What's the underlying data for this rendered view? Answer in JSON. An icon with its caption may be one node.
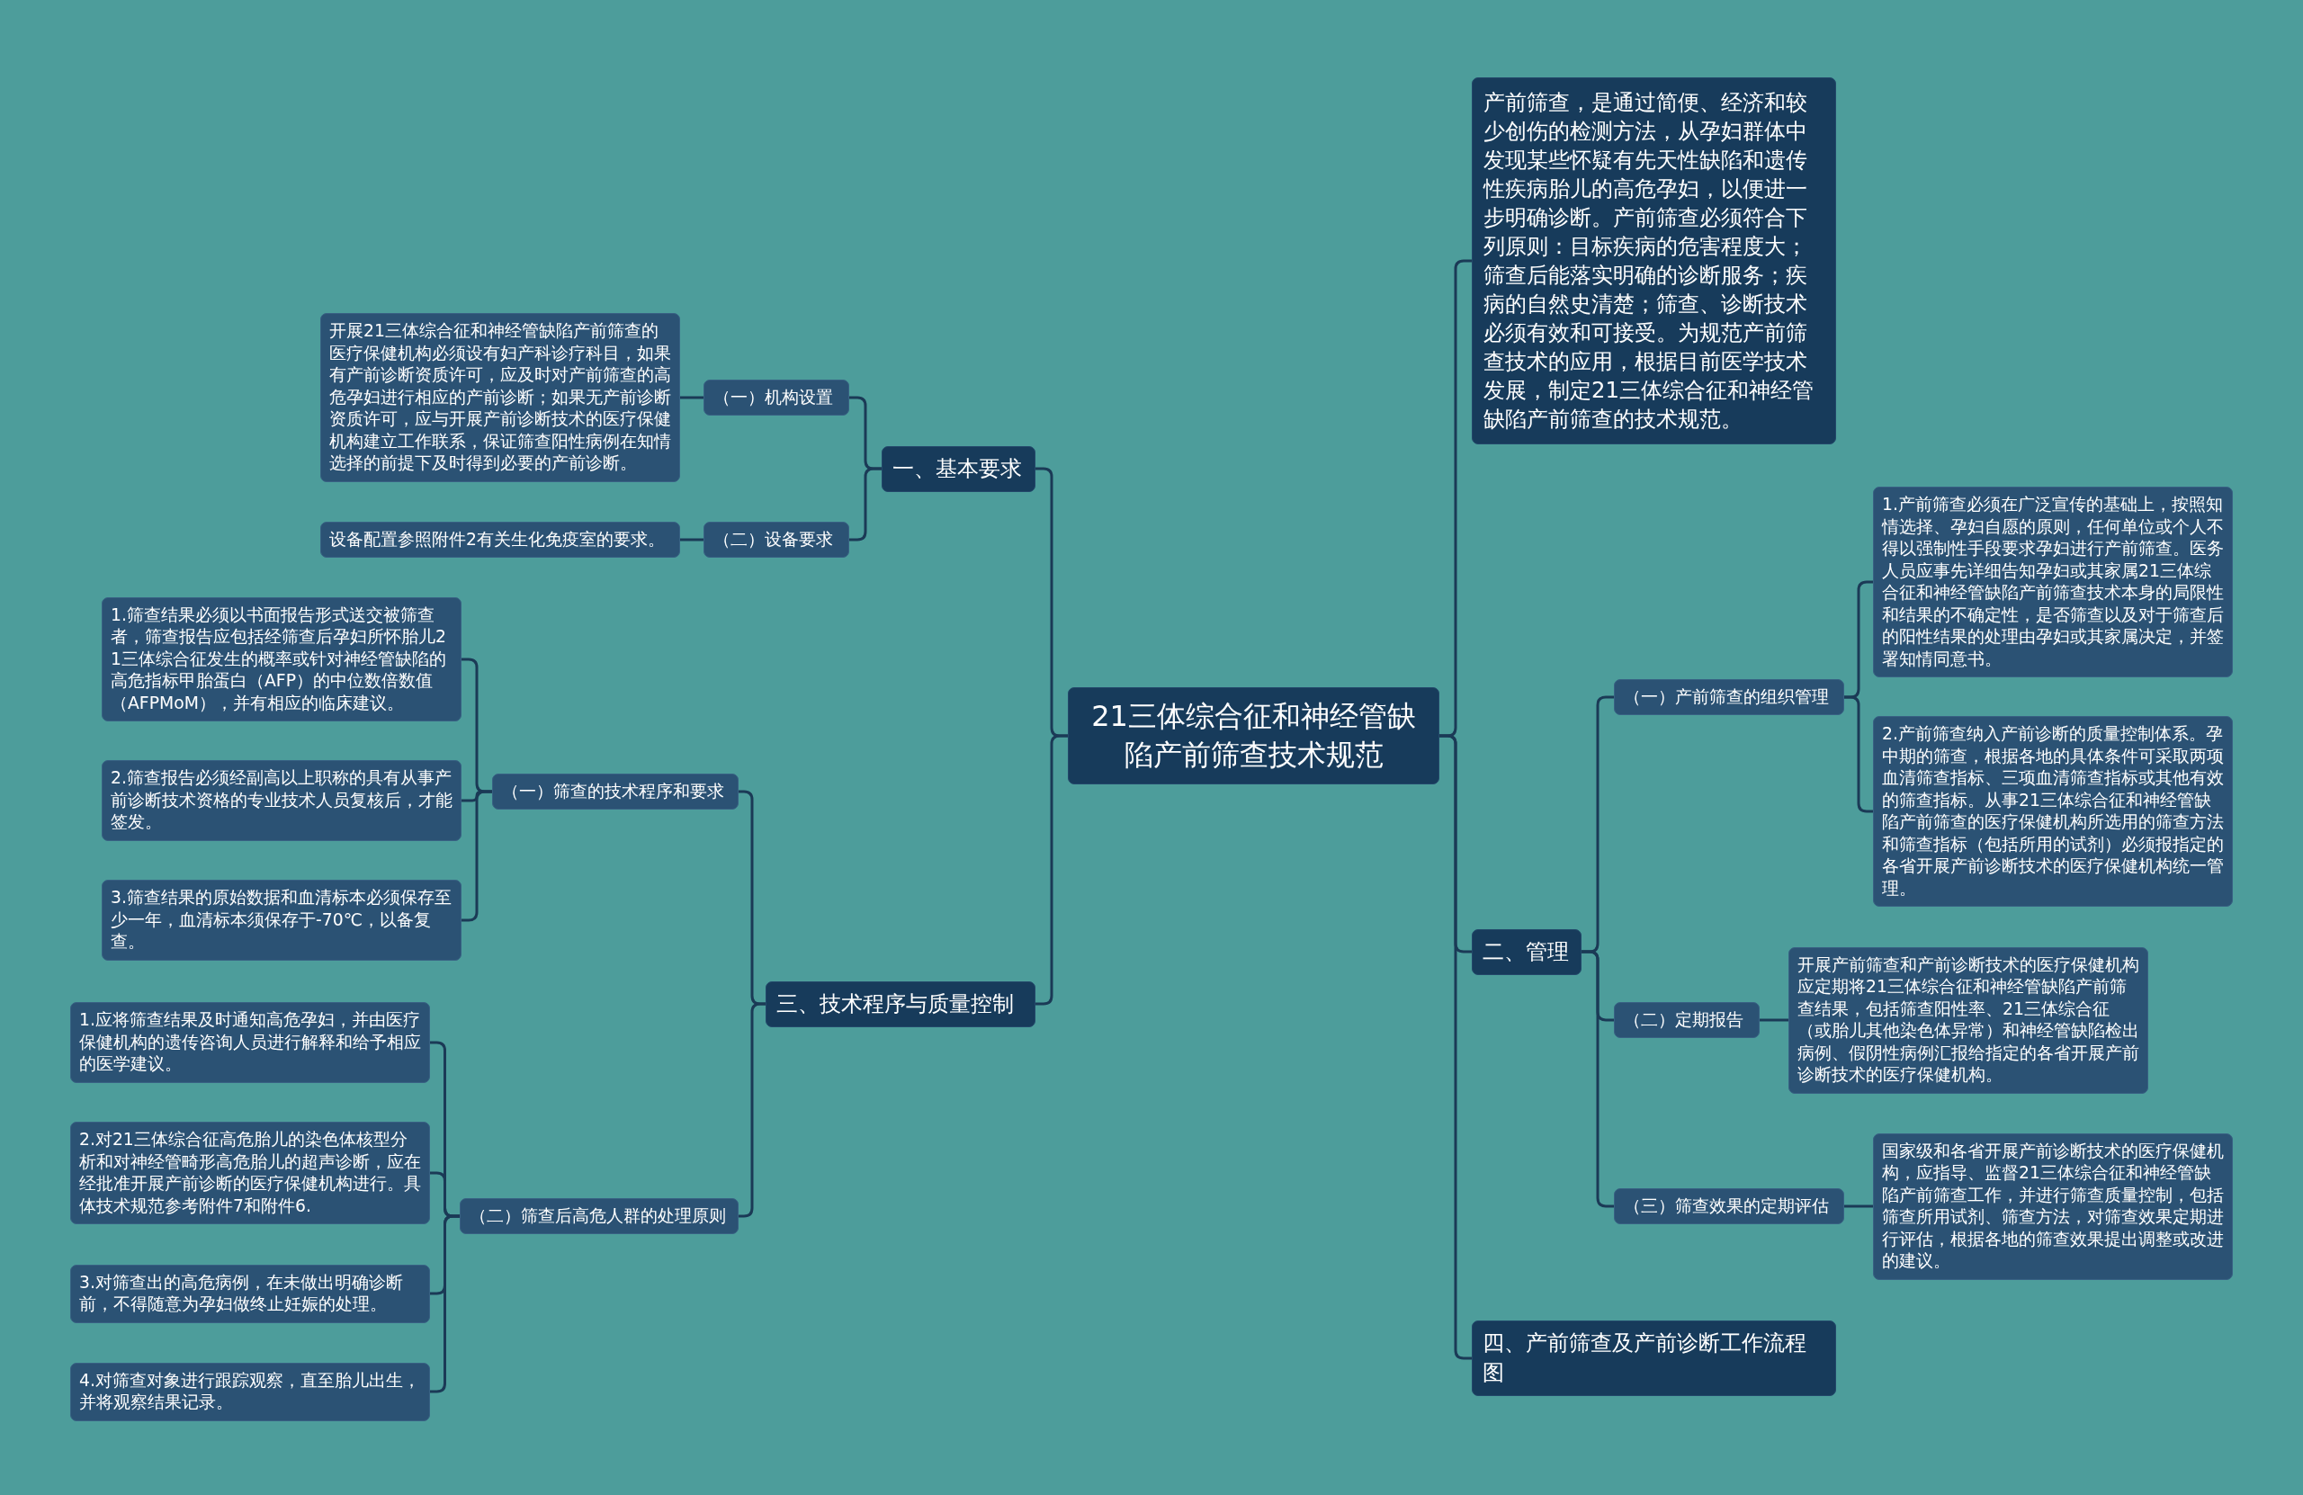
{
  "diagram": {
    "nodes": [
      {
        "text": [
          "21三体综合征和神经管缺陷产前筛查技术规范"
        ]
      },
      {
        "text": [
          "一、基本要求"
        ]
      },
      {
        "text": [
          "（一）机构设置"
        ]
      },
      {
        "text": [
          "开展21三体综合征和神经管缺陷产前筛查的医疗保健机构必须设有妇产科诊疗科目，如果有产前诊断资质许可，应及时对产前筛查的高危孕妇进行相应的产前诊断；如果无产前诊断资质许可，应与开展产前诊断技术的医疗保健机构建立工作联系，保证筛查阳性病例在知情选择的前提下及时得到必要的产前诊断。"
        ]
      },
      {
        "text": [
          "（二）设备要求"
        ]
      },
      {
        "text": [
          "设备配置参照附件2有关生化免疫室的要求。"
        ]
      },
      {
        "text": [
          "三、技术程序与质量控制"
        ]
      },
      {
        "text": [
          "（一）筛查的技术程序和要求"
        ]
      },
      {
        "text": [
          "1.筛查结果必须以书面报告形式送交被筛查者，筛查报告应包括经筛查后孕妇所怀胎儿21三体综合征发生的概率或针对神经管缺陷的高危指标甲胎蛋白（AFP）的中位数倍数值（AFPMoM），并有相应的临床建议。"
        ]
      },
      {
        "text": [
          "2.筛查报告必须经副高以上职称的具有从事产前诊断技术资格的专业技术人员复核后，才能签发。"
        ]
      },
      {
        "text": [
          "3.筛查结果的原始数据和血清标本必须保存至少一年，血清标本须保存于-70℃，以备复查。"
        ]
      },
      {
        "text": [
          "（二）筛查后高危人群的处理原则"
        ]
      },
      {
        "text": [
          "1.应将筛查结果及时通知高危孕妇，并由医疗保健机构的遗传咨询人员进行解释和给予相应的医学建议。"
        ]
      },
      {
        "text": [
          "2.对21三体综合征高危胎儿的染色体核型分析和对神经管畸形高危胎儿的超声诊断，应在经批准开展产前诊断的医疗保健机构进行。具体技术规范参考附件7和附件6."
        ]
      },
      {
        "text": [
          "3.对筛查出的高危病例，在未做出明确诊断前，不得随意为孕妇做终止妊娠的处理。"
        ]
      },
      {
        "text": [
          "4.对筛查对象进行跟踪观察，直至胎儿出生，并将观察结果记录。"
        ]
      },
      {
        "text": [
          "产前筛查，是通过简便、经济和较少创伤的检测方法，从孕妇群体中发现某些怀疑有先天性缺陷和遗传性疾病胎儿的高危孕妇，以便进一步明确诊断。产前筛查必须符合下列原则：目标疾病的危害程度大；筛查后能落实明确的诊断服务；疾病的自然史清楚；筛查、诊断技术必须有效和可接受。为规范产前筛查技术的应用，根据目前医学技术发展，制定21三体综合征和神经管缺陷产前筛查的技术规范。"
        ]
      },
      {
        "text": [
          "二、管理"
        ]
      },
      {
        "text": [
          "（一）产前筛查的组织管理"
        ]
      },
      {
        "text": [
          "1.产前筛查必须在广泛宣传的基础上，按照知情选择、孕妇自愿的原则，任何单位或个人不得以强制性手段要求孕妇进行产前筛查。医务人员应事先详细告知孕妇或其家属21三体综合征和神经管缺陷产前筛查技术本身的局限性和结果的不确定性，是否筛查以及对于筛查后的阳性结果的处理由孕妇或其家属决定，并签署知情同意书。"
        ]
      },
      {
        "text": [
          "2.产前筛查纳入产前诊断的质量控制体系。孕中期的筛查，根据各地的具体条件可采取两项血清筛查指标、三项血清筛查指标或其他有效的筛查指标。从事21三体综合征和神经管缺陷产前筛查的医疗保健机构所选用的筛查方法和筛查指标（包括所用的试剂）必须报指定的各省开展产前诊断技术的医疗保健机构统一管理。"
        ]
      },
      {
        "text": [
          "（二）定期报告"
        ]
      },
      {
        "text": [
          "开展产前筛查和产前诊断技术的医疗保健机构应定期将21三体综合征和神经管缺陷产前筛查结果，包括筛查阳性率、21三体综合征（或胎儿其他染色体异常）和神经管缺陷检出病例、假阴性病例汇报给指定的各省开展产前诊断技术的医疗保健机构。"
        ]
      },
      {
        "text": [
          "（三）筛查效果的定期评估"
        ]
      },
      {
        "text": [
          "国家级和各省开展产前诊断技术的医疗保健机构，应指导、监督21三体综合征和神经管缺陷产前筛查工作，并进行筛查质量控制，包括筛查所用试剂、筛查方法，对筛查效果定期进行评估，根据各地的筛查效果提出调整或改进的建议。"
        ]
      },
      {
        "text": [
          "四、产前筛查及产前诊断工作流程图"
        ]
      }
    ],
    "edges": [
      {
        "from": 0,
        "to": 1,
        "arrow": "none"
      },
      {
        "from": 1,
        "to": 2,
        "arrow": "none"
      },
      {
        "from": 2,
        "to": 3,
        "arrow": "none"
      },
      {
        "from": 1,
        "to": 4,
        "arrow": "none"
      },
      {
        "from": 4,
        "to": 5,
        "arrow": "none"
      },
      {
        "from": 0,
        "to": 6,
        "arrow": "none"
      },
      {
        "from": 6,
        "to": 7,
        "arrow": "none"
      },
      {
        "from": 7,
        "to": 8,
        "arrow": "none"
      },
      {
        "from": 7,
        "to": 9,
        "arrow": "none"
      },
      {
        "from": 7,
        "to": 10,
        "arrow": "none"
      },
      {
        "from": 6,
        "to": 11,
        "arrow": "none"
      },
      {
        "from": 11,
        "to": 12,
        "arrow": "none"
      },
      {
        "from": 11,
        "to": 13,
        "arrow": "none"
      },
      {
        "from": 11,
        "to": 14,
        "arrow": "none"
      },
      {
        "from": 11,
        "to": 15,
        "arrow": "none"
      },
      {
        "from": 0,
        "to": 16,
        "arrow": "none"
      },
      {
        "from": 0,
        "to": 17,
        "arrow": "none"
      },
      {
        "from": 17,
        "to": 18,
        "arrow": "none"
      },
      {
        "from": 18,
        "to": 19,
        "arrow": "none"
      },
      {
        "from": 18,
        "to": 20,
        "arrow": "none"
      },
      {
        "from": 17,
        "to": 21,
        "arrow": "none"
      },
      {
        "from": 21,
        "to": 22,
        "arrow": "none"
      },
      {
        "from": 17,
        "to": 23,
        "arrow": "none"
      },
      {
        "from": 23,
        "to": 24,
        "arrow": "none"
      },
      {
        "from": 0,
        "to": 25,
        "arrow": "none"
      }
    ]
  }
}
